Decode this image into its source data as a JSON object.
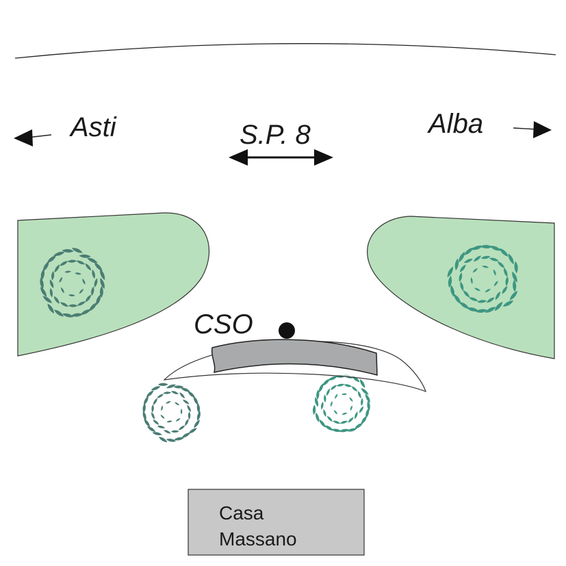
{
  "labels": {
    "asti": "Asti",
    "alba": "Alba",
    "road": "S.P. 8",
    "cso": "CSO",
    "house_line1": "Casa",
    "house_line2": "Massano"
  },
  "colors": {
    "green_area": "#b9e0bc",
    "tree_dark": "#4a7d74",
    "tree_teal": "#3e9682",
    "building": "#c8c8c9",
    "channel": "#a9aaab",
    "ink": "#1a1a1a"
  },
  "icons": [
    "arrow-left-icon",
    "arrow-right-icon",
    "double-arrow-icon",
    "tree-icon",
    "cso-point-icon"
  ]
}
